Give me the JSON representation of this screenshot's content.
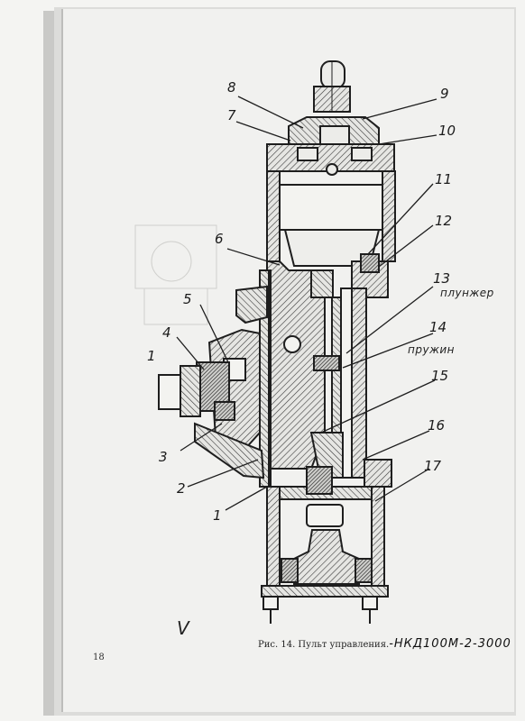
{
  "figure": {
    "caption_prefix": "Рис. 14. Пульт управления.",
    "caption_handwritten": "-НКД100М-2-3000",
    "page_number": "18",
    "check_mark": "V"
  },
  "callouts": [
    "1",
    "2",
    "3",
    "4",
    "5",
    "6",
    "7",
    "8",
    "9",
    "10",
    "11",
    "12",
    "13",
    "14",
    "15",
    "16",
    "17",
    "1"
  ],
  "handwritten_notes": [
    "плунжер",
    "пружин"
  ]
}
